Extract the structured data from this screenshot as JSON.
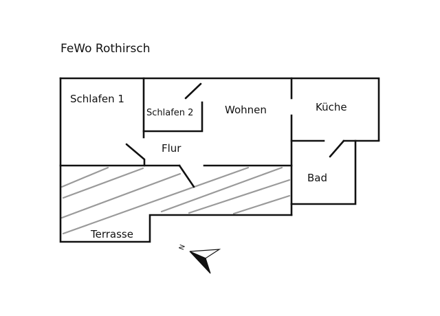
{
  "title": "FeWo Rothirsch",
  "rooms": {
    "schlafen1": "Schlafen 1",
    "schlafen2": "Schlafen 2",
    "wohnen": "Wohnen",
    "kueche": "Küche",
    "flur": "Flur",
    "bad": "Bad",
    "terrasse": "Terrasse"
  },
  "compass": {
    "label": "N"
  },
  "colors": {
    "walls": "#111111",
    "hatch": "#9a9a9a"
  }
}
